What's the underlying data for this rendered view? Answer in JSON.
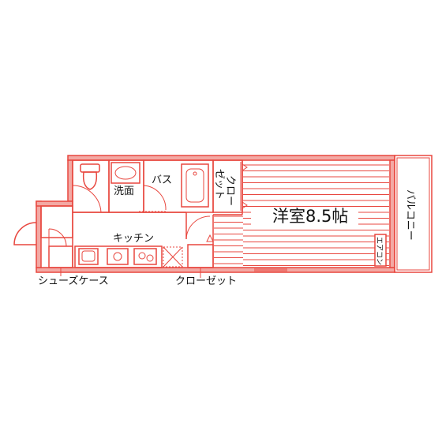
{
  "colors": {
    "wall_stroke": "#e8473f",
    "wall_fill": "#f3a9a4",
    "text": "#111111"
  },
  "rooms": {
    "western_room": "洋室8.5帖",
    "balcony": "バルコニー",
    "closet_top": "クロー",
    "closet_bottom": "ゼット",
    "bath": "バス",
    "washroom": "洗面",
    "kitchen": "キッチン",
    "aircon": "エアコン",
    "closet": "クローゼット",
    "shoe_case": "シューズケース"
  },
  "icons": [
    "toilet-icon",
    "wash-basin-icon",
    "bathtub-icon",
    "sink-icon",
    "stove-icon",
    "fridge-space-icon",
    "entrance-door-icon"
  ]
}
